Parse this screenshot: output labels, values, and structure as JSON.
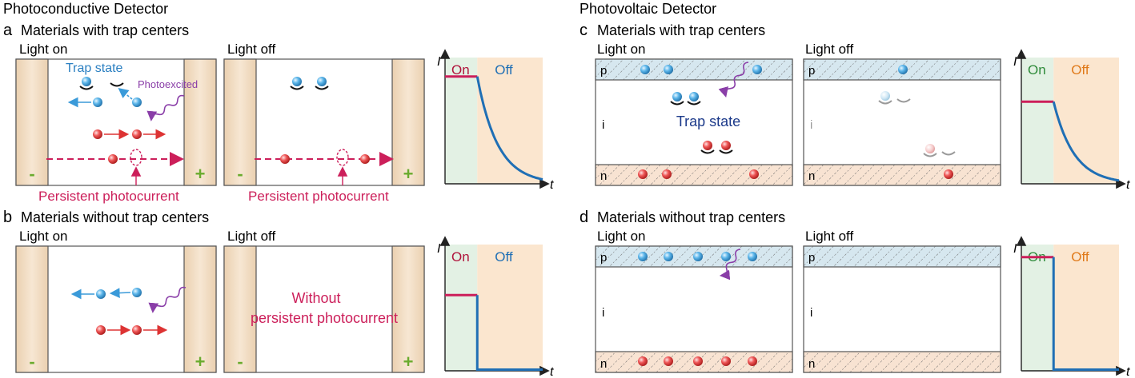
{
  "left": {
    "title": "Photoconductive Detector",
    "a": {
      "letter": "a",
      "title": "Materials with trap centers",
      "on_label": "Light on",
      "off_label": "Light off",
      "trap_label": "Trap state",
      "photo_label": "Photoexcited",
      "persist_on": "Persistent photocurrent",
      "persist_off": "Persistent photocurrent",
      "minus": "-",
      "plus": "+"
    },
    "b": {
      "letter": "b",
      "title": "Materials without trap centers",
      "on_label": "Light on",
      "off_label": "Light off",
      "without_1": "Without",
      "without_2": "persistent photocurrent",
      "minus": "-",
      "plus": "+"
    }
  },
  "right": {
    "title": "Photovoltaic Detector",
    "c": {
      "letter": "c",
      "title": "Materials with trap centers",
      "on_label": "Light on",
      "off_label": "Light off",
      "trap_label": "Trap state",
      "p": "p",
      "i": "i",
      "n": "n"
    },
    "d": {
      "letter": "d",
      "title": "Materials without trap centers",
      "on_label": "Light on",
      "off_label": "Light off",
      "p": "p",
      "i": "i",
      "n": "n"
    }
  },
  "graphs": {
    "ylabel": "I",
    "xlabel": "t",
    "on": "On",
    "off": "Off"
  },
  "colors": {
    "electrode": "#f2dcc2",
    "on_region": "#e3f1e4",
    "off_region": "#fbe6cf",
    "p_layer": "#d6e7ef",
    "n_layer": "#f8e3d2",
    "hole": "#e23b3b",
    "electron": "#3a9ad9",
    "current": "#cc1f5a",
    "decay": "#1f6fb5",
    "photon": "#8a3ea8",
    "plus": "#6aab2e"
  },
  "chart_data": [
    {
      "type": "line",
      "panel": "a",
      "title": "",
      "xlabel": "t",
      "ylabel": "I",
      "regions": [
        "On",
        "Off"
      ],
      "light_on_level": 0.85,
      "light_off_behavior": "slow exponential decay to 0"
    },
    {
      "type": "line",
      "panel": "b",
      "title": "",
      "xlabel": "t",
      "ylabel": "I",
      "regions": [
        "On",
        "Off"
      ],
      "light_on_level": 0.6,
      "light_off_behavior": "instant drop to 0"
    },
    {
      "type": "line",
      "panel": "c",
      "title": "",
      "xlabel": "t",
      "ylabel": "I",
      "regions": [
        "On",
        "Off"
      ],
      "light_on_level": 0.65,
      "light_off_behavior": "slow exponential decay to 0"
    },
    {
      "type": "line",
      "panel": "d",
      "title": "",
      "xlabel": "t",
      "ylabel": "I",
      "regions": [
        "On",
        "Off"
      ],
      "light_on_level": 0.9,
      "light_off_behavior": "instant drop to 0"
    }
  ]
}
